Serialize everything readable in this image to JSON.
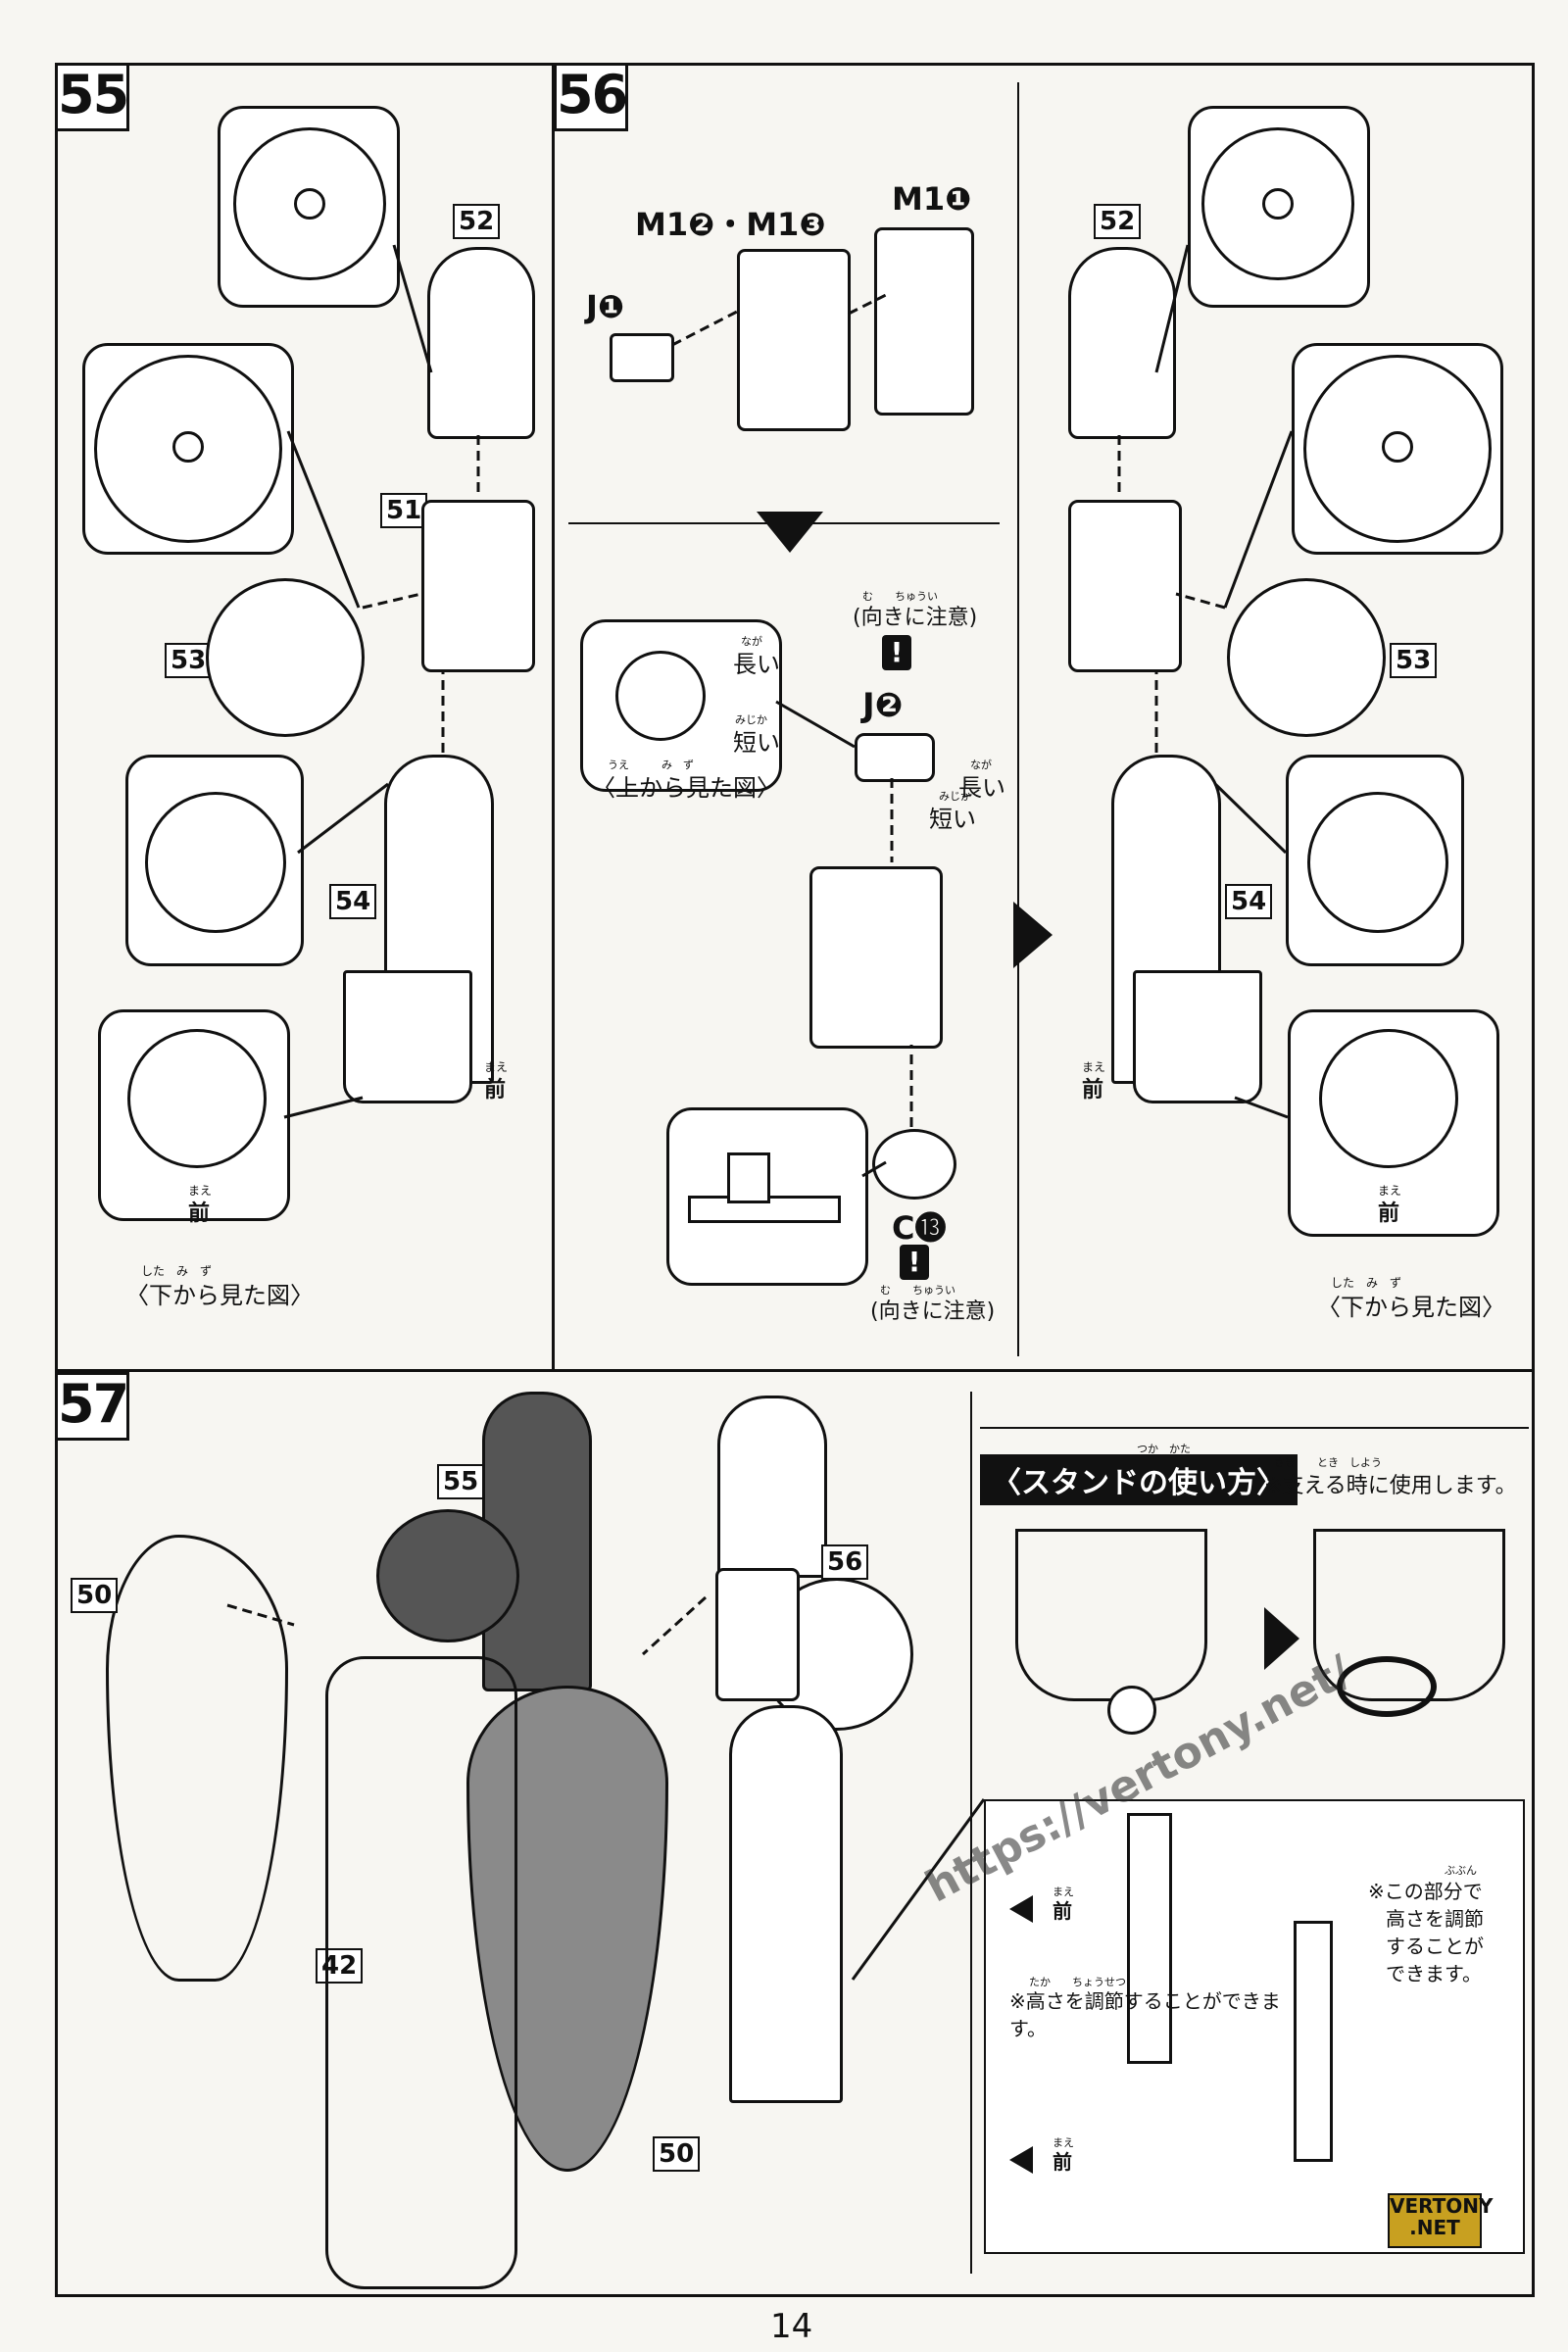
{
  "page_number": "14",
  "steps": {
    "s55": {
      "number": "55",
      "parts": [
        "52",
        "51",
        "53",
        "54"
      ],
      "front_label_ruby": "まえ",
      "front_label": "前",
      "bottom_view_ruby": "した　み　ず",
      "bottom_view": "〈下から見た図〉"
    },
    "s56": {
      "number": "56",
      "labels": {
        "m1_23": "M1❷・M1❸",
        "m1_1": "M1❶",
        "j1": "J❶",
        "j2": "J❷",
        "c13": "C⓭"
      },
      "caution_ruby": "む　　ちゅうい",
      "caution": "(向きに注意)",
      "long_ruby": "なが",
      "long": "長い",
      "short_ruby": "みじか",
      "short": "短い",
      "top_view_ruby": "うえ　　　み　ず",
      "top_view": "〈上から見た図〉"
    },
    "s56b": {
      "parts": [
        "52",
        "53",
        "54"
      ],
      "front_label_ruby": "まえ",
      "front_label": "前",
      "bottom_view_ruby": "した　み　ず",
      "bottom_view": "〈下から見た図〉"
    },
    "s57": {
      "number": "57",
      "parts": [
        "55",
        "56",
        "50",
        "42",
        "50"
      ]
    }
  },
  "stand": {
    "title_ruby": "つか　かた",
    "title": "〈スタンドの使い方〉",
    "note_ruby": "さき　　とき　しよう",
    "note": "※支える時に使用します。",
    "front_ruby": "まえ",
    "front": "前",
    "adjust_ruby": "たか　　ちょうせつ",
    "adjust_left": "※高さを調節することができます。",
    "part_ruby": "ぶぶん",
    "adjust_right_1": "※この部分で",
    "adjust_right_2": "高さを調節",
    "adjust_right_3": "することが",
    "adjust_right_4": "できます。"
  },
  "watermark": {
    "url": "https://vertony.net/",
    "logo_line1": "VERTONY",
    "logo_line2": ".NET"
  }
}
